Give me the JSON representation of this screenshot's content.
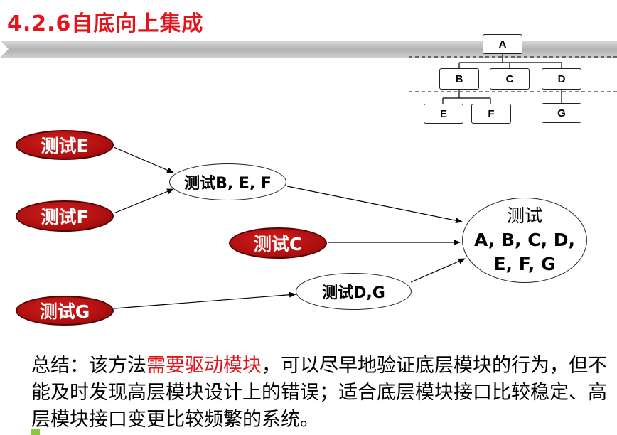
{
  "title": "4.2.6自底向上集成",
  "tree": {
    "A": "A",
    "B": "B",
    "C": "C",
    "D": "D",
    "E": "E",
    "F": "F",
    "G": "G"
  },
  "pills": {
    "testE": "测试E",
    "testF": "测试F",
    "testC": "测试C",
    "testG": "测试G"
  },
  "ovals": {
    "testBEF": "测试B, E, F",
    "testDG": "测试D,G",
    "testAll_line1": "测试",
    "testAll_line2": "A, B, C, D,",
    "testAll_line3": "E, F, G"
  },
  "summary": {
    "part1": "总结：该方法",
    "highlight": "需要驱动模块",
    "part2": "，可以尽早地验证底层模块的行为，但不能及时发现高层模块设计上的错误；适合底层模块接口比较稳定、高层模块接口变更比较频繁的系统。"
  },
  "colors": {
    "title": "#e3141b",
    "pill_fill": "#b01010",
    "highlight": "#e3141b"
  }
}
